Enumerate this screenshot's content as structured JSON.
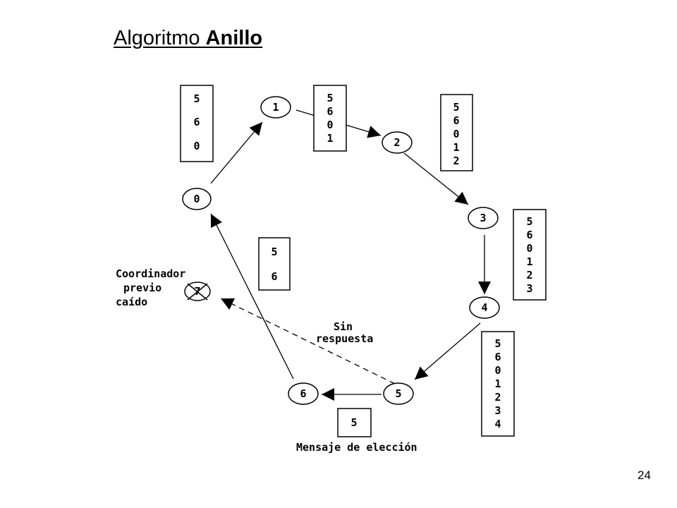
{
  "title": {
    "prefix": "Algoritmo ",
    "emphasis": "Anillo"
  },
  "page_number": "24",
  "nodes": [
    {
      "id": "node-0",
      "label": "0"
    },
    {
      "id": "node-1",
      "label": "1"
    },
    {
      "id": "node-2",
      "label": "2"
    },
    {
      "id": "node-3",
      "label": "3"
    },
    {
      "id": "node-4",
      "label": "4"
    },
    {
      "id": "node-5",
      "label": "5"
    },
    {
      "id": "node-6",
      "label": "6"
    },
    {
      "id": "node-7",
      "label": "7",
      "crashed": true
    }
  ],
  "message_boxes": [
    {
      "id": "box-after-0",
      "values": [
        "5",
        "6",
        "0"
      ]
    },
    {
      "id": "box-after-1",
      "values": [
        "5",
        "6",
        "0",
        "1"
      ]
    },
    {
      "id": "box-after-2",
      "values": [
        "5",
        "6",
        "0",
        "1",
        "2"
      ]
    },
    {
      "id": "box-after-3",
      "values": [
        "5",
        "6",
        "0",
        "1",
        "2",
        "3"
      ]
    },
    {
      "id": "box-after-4",
      "values": [
        "5",
        "6",
        "0",
        "1",
        "2",
        "3",
        "4"
      ]
    },
    {
      "id": "box-after-5",
      "values": [
        "5"
      ]
    },
    {
      "id": "box-after-6",
      "values": [
        "5",
        "6"
      ]
    }
  ],
  "labels": {
    "coordinator_line1": "Coordinador",
    "coordinator_line2": "previo",
    "coordinator_line3": "caído",
    "no_response_line1": "Sin",
    "no_response_line2": "respuesta",
    "election_message": "Mensaje de elección"
  }
}
